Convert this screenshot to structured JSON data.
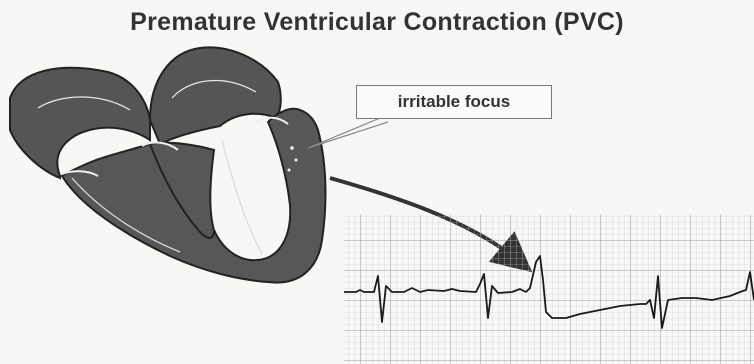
{
  "title": "Premature Ventricular Contraction (PVC)",
  "annotation": {
    "label": "irritable focus"
  },
  "colors": {
    "heart_wall": "#555555",
    "heart_outline": "#222222",
    "ecg_grid": "#b9b9b9",
    "ecg_trace": "#1a1a1a",
    "arrow": "#333333"
  },
  "ecg": {
    "complexes": [
      "normal",
      "normal",
      "pvc",
      "normal",
      "normal"
    ]
  }
}
